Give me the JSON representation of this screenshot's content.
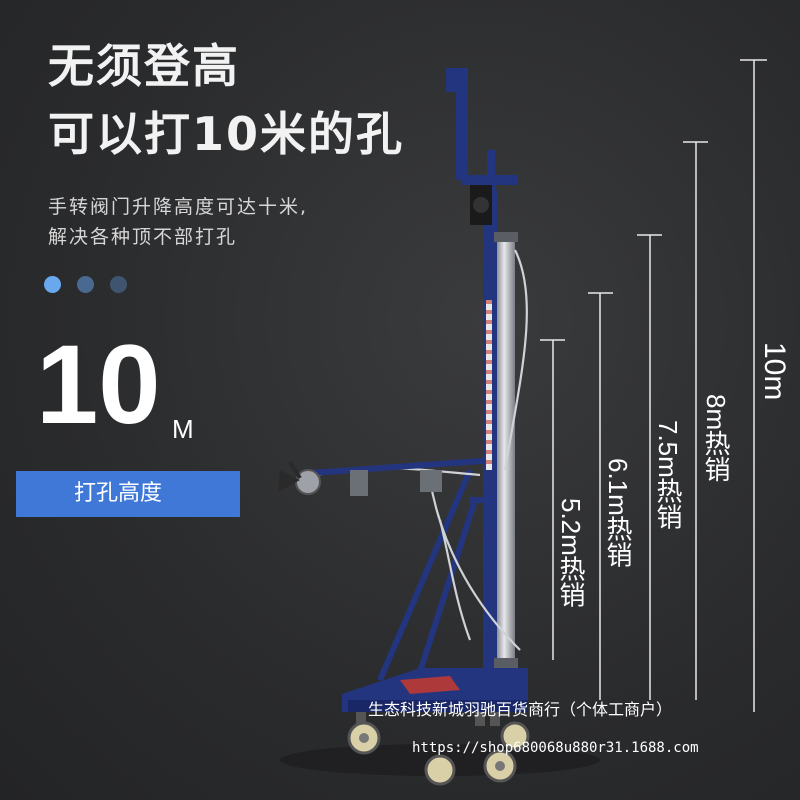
{
  "headline": {
    "line1": "无须登高",
    "line2": "可以打10米的孔"
  },
  "subtitle": {
    "line1": "手转阀门升降高度可达十米,",
    "line2": "解决各种顶不部打孔"
  },
  "pager": {
    "dots": [
      {
        "color": "#6aa8ee"
      },
      {
        "color": "#4a6990"
      },
      {
        "color": "#3f556f"
      }
    ]
  },
  "spec": {
    "value": "10",
    "unit": "M",
    "label": "打孔高度"
  },
  "height_markers": [
    {
      "label": "5.2m热销"
    },
    {
      "label": "6.1m热销"
    },
    {
      "label": "7.5m热销"
    },
    {
      "label": "8m热销"
    },
    {
      "label": "10m"
    }
  ],
  "footer": {
    "shop_name": "生态科技新城羽驰百货商行（个体工商户）",
    "url": "https://shop680068u880r31.1688.com"
  },
  "colors": {
    "frame_blue": "#24357f",
    "badge_blue": "#3f78d6"
  }
}
